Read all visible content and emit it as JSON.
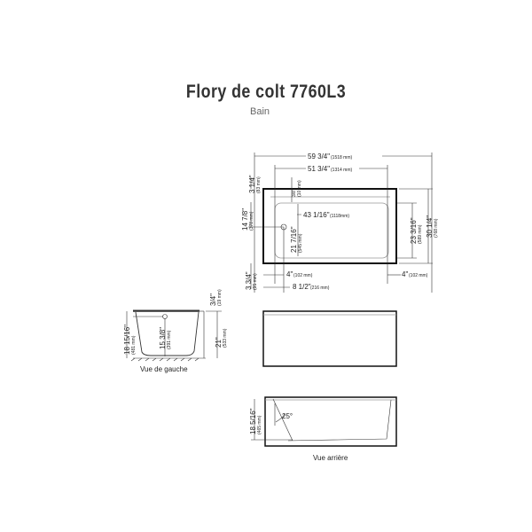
{
  "title": "Flory de colt 7760L3",
  "subtitle": "Bain",
  "top_view": {
    "overall_length": "59 3/4\"",
    "overall_length_mm": "(1518 mm)",
    "inner_length": "51 3/4\"",
    "inner_length_mm": "(1314 mm)",
    "rim_top": "3 1/4\"",
    "rim_top_mm": "(83 mm)",
    "rim_small": "3/8\"",
    "rim_small_mm": "(10 mm)",
    "drain_offset": "14 7/8\"",
    "drain_offset_mm": "(378 mm)",
    "bottom_length": "43 1/16\"",
    "bottom_length_mm": "(1118mm)",
    "bottom_width": "21 7/16\"",
    "bottom_width_mm": "(545 mm)",
    "inner_width": "23 3/16\"",
    "inner_width_mm": "(589 mm)",
    "overall_width": "30 1/4\"",
    "overall_width_mm": "(768 mm)",
    "rim_bottom": "3 3/4\"",
    "rim_bottom_mm": "(95 mm)",
    "left_rim": "4\"",
    "left_rim_mm": "(102 mm)",
    "right_rim": "4\"",
    "right_rim_mm": "(102 mm)",
    "drain_x": "8 1/2\"",
    "drain_x_mm": "(216 mm)"
  },
  "left_view": {
    "label": "Vue de gauche",
    "depth": "18 15/16\"",
    "depth_mm": "(481 mm)",
    "drain_height": "15 3/8\"",
    "drain_height_mm": "(391 mm)",
    "height": "21\"",
    "height_mm": "(533 mm)",
    "rim": "3/4\"",
    "rim_mm": "(19 mm)"
  },
  "rear_view": {
    "label": "Vue arrière",
    "depth": "18 5/16\"",
    "depth_mm": "(465 mm)",
    "angle": "25°"
  }
}
